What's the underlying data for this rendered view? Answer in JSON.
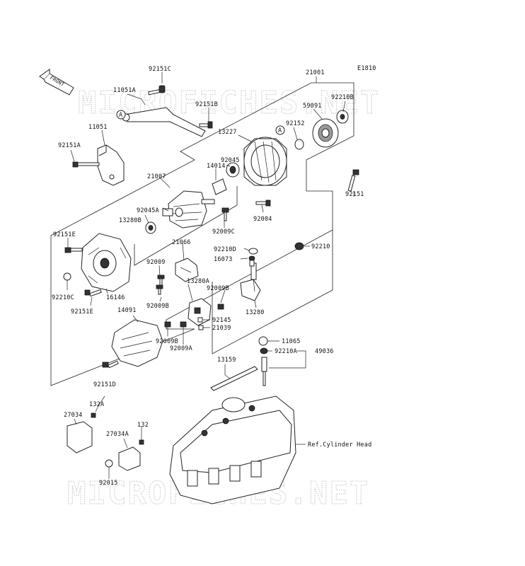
{
  "diagram_id": "E1810",
  "watermark": "MICROFICHES.NET",
  "front_arrow_label": "FRONT",
  "callout_a": "A",
  "reference_note": "Ref.Cylinder Head",
  "labels": {
    "p21001": "21001",
    "p92151c": "92151C",
    "p11051a": "11051A",
    "p92151b": "92151B",
    "p92210b": "92210B",
    "p59091": "59091",
    "p92152": "92152",
    "p13227": "13227",
    "p11051": "11051",
    "p92151a": "92151A",
    "p14014": "14014",
    "p92045": "92045",
    "p21007": "21007",
    "p92045a": "92045A",
    "p13280b": "13280B",
    "p92004": "92004",
    "p92151": "92151",
    "p92009c": "92009C",
    "p92151e_top": "92151E",
    "p21066": "21066",
    "p92210d": "92210D",
    "p92210": "92210",
    "p16073": "16073",
    "p92009": "92009",
    "p92210c": "92210C",
    "p16146": "16146",
    "p92151e_bot": "92151E",
    "p13280a": "13280A",
    "p92009b_mid": "92009B",
    "p92009b_left": "92009B",
    "p13280": "13280",
    "p14091": "14091",
    "p92145": "92145",
    "p21039": "21039",
    "p92009b_low": "92009B",
    "p92009a": "92009A",
    "p11065": "11065",
    "p92210a": "92210A",
    "p49036": "49036",
    "p92151d": "92151D",
    "p13159": "13159",
    "p132a": "132A",
    "p27034": "27034",
    "p132": "132",
    "p27034a": "27034A",
    "p92015": "92015"
  }
}
